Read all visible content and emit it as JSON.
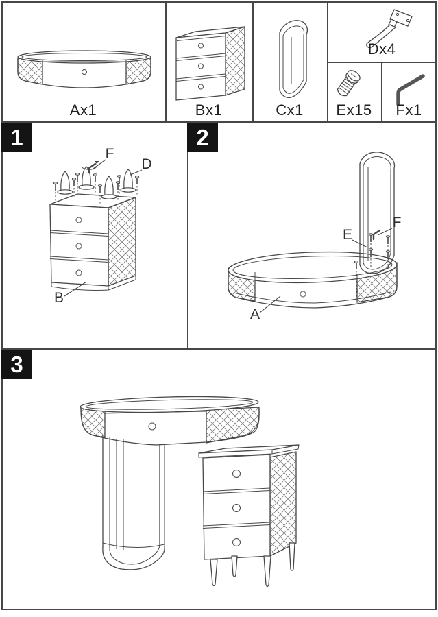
{
  "colors": {
    "line": "#474747",
    "pattern_line": "#6e6e6e",
    "badge_background": "#141414",
    "badge_text": "#ffffff",
    "paper": "#ffffff",
    "label_text": "#1f1f1f"
  },
  "parts": {
    "a": {
      "label": "Ax1"
    },
    "b": {
      "label": "Bx1"
    },
    "c": {
      "label": "Cx1"
    },
    "d": {
      "label": "Dx4"
    },
    "e": {
      "label": "Ex15"
    },
    "f": {
      "label": "Fx1"
    }
  },
  "steps": {
    "s1": {
      "number": "1",
      "callouts": {
        "f": "F",
        "d": "D",
        "b": "B"
      }
    },
    "s2": {
      "number": "2",
      "callouts": {
        "e": "E",
        "f": "F",
        "a": "A"
      }
    },
    "s3": {
      "number": "3"
    }
  }
}
